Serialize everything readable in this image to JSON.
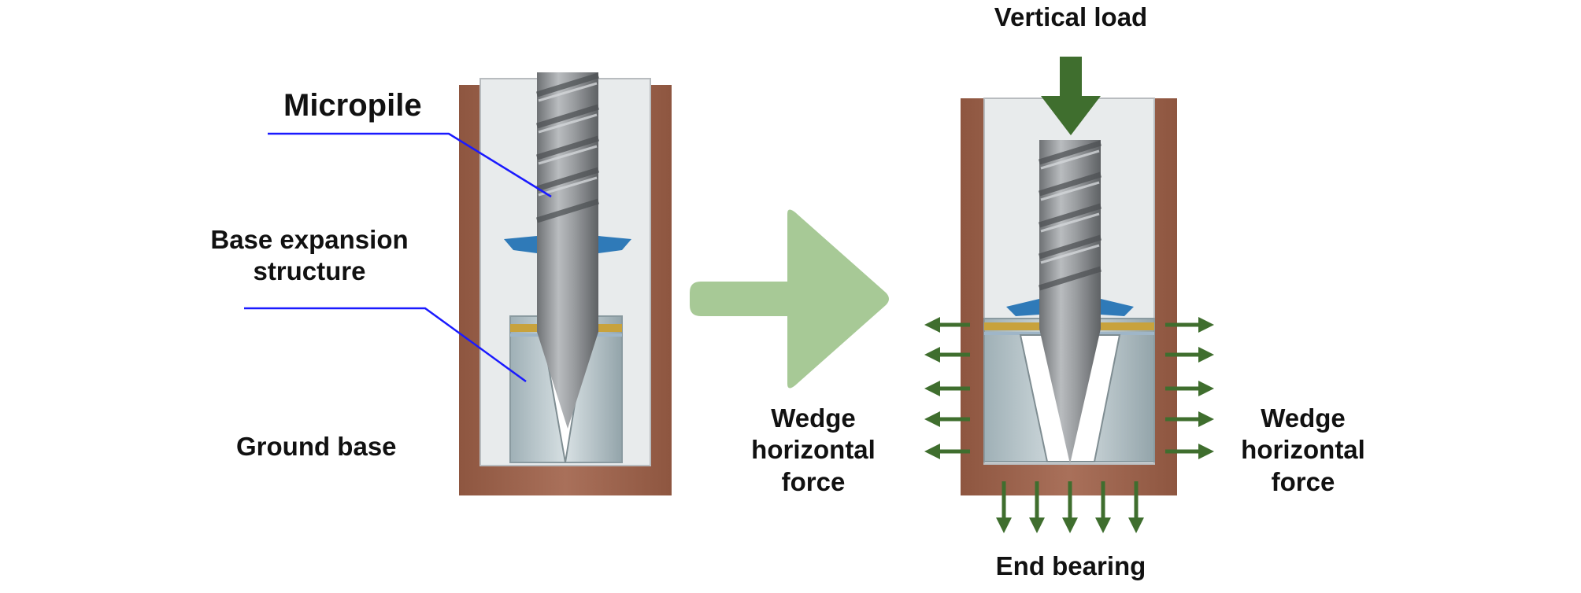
{
  "labels": {
    "micropile": "Micropile",
    "base_expansion": "Base expansion\nstructure",
    "ground_base": "Ground base",
    "vertical_load": "Vertical load",
    "wedge_left": "Wedge\nhorizontal\nforce",
    "wedge_right": "Wedge\nhorizontal\nforce",
    "end_bearing": "End bearing"
  },
  "colors": {
    "soil": "#a0634a",
    "sleeve": "#e8ebec",
    "steel": "#8b8e91",
    "wing": "#2f7ab8",
    "band": "#c8a23c",
    "wedge": "#b3c1c6",
    "leader": "#1a1aff",
    "process_arrow": "#a7c996",
    "force_arrow": "#3f6e2e"
  },
  "icons": {
    "process_arrow": "right-arrow",
    "load_arrow": "down-arrow",
    "force_arrows": "small-arrow"
  }
}
